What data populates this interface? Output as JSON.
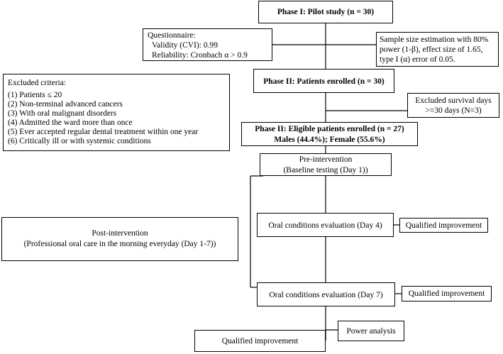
{
  "phase1": {
    "title": "Phase I: Pilot study (n = 30)"
  },
  "questionnaire": {
    "heading": "Questionnaire:",
    "validity": "Validity (CVI): 0.99",
    "reliability": "Reliability: Cronbach α > 0.9"
  },
  "sample_size": {
    "line1": "Sample size estimation with 80%",
    "line2": "power (1-β), effect size of 1.65,",
    "line3": "type I (α) error of 0.05."
  },
  "excluded_criteria": {
    "heading": "Excluded criteria:",
    "items": [
      "(1) Patients ≤ 20",
      "(2) Non-terminal advanced cancers",
      "(3) With oral malignant disorders",
      "(4) Admitted the ward more than once",
      "(5) Ever accepted regular dental treatment within one year",
      "(6) Critically ill or with systemic conditions"
    ]
  },
  "phase2_enrolled": {
    "title": "Phase II: Patients enrolled  (n = 30)"
  },
  "excluded_survival": {
    "line1": "Excluded survival days",
    "line2": ">=30 days (N=3)"
  },
  "phase2_eligible": {
    "line1": "Phase II: Eligible patients enrolled  (n = 27)",
    "line2": "Males (44.4%); Female (55.6%)"
  },
  "pre_intervention": {
    "line1": "Pre-intervention",
    "line2": "(Baseline testing (Day 1))"
  },
  "post_intervention": {
    "line1": "Post-intervention",
    "line2": "(Professional oral care in the morning everyday (Day 1-7))"
  },
  "eval_day4": {
    "label": "Oral conditions evaluation  (Day 4)"
  },
  "qualified_day4": {
    "label": "Qualified improvement"
  },
  "eval_day7": {
    "label": "Oral conditions evaluation (Day 7)"
  },
  "qualified_day7": {
    "label": "Qualified improvement"
  },
  "power_analysis": {
    "label": "Power analysis"
  },
  "qualified_final": {
    "label": "Qualified improvement"
  }
}
